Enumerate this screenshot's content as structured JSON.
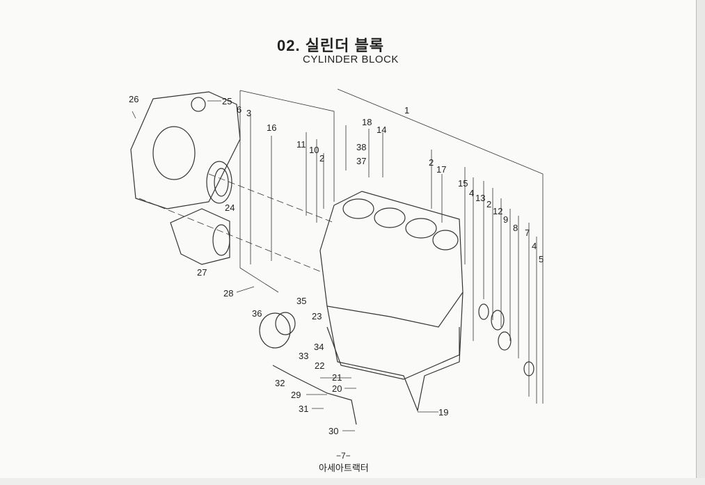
{
  "header": {
    "title_ko": "02. 실린더 블록",
    "title_en": "CYLINDER BLOCK"
  },
  "callouts": [
    "26",
    "25",
    "6",
    "3",
    "16",
    "1",
    "18",
    "14",
    "38",
    "37",
    "11",
    "10",
    "2",
    "2",
    "17",
    "15",
    "4",
    "13",
    "2",
    "12",
    "9",
    "8",
    "7",
    "4",
    "5",
    "24",
    "27",
    "28",
    "35",
    "23",
    "36",
    "34",
    "33",
    "22",
    "21",
    "32",
    "20",
    "29",
    "31",
    "19",
    "30"
  ],
  "footer": {
    "page": "−7−",
    "publisher": "아세아트랙터"
  }
}
